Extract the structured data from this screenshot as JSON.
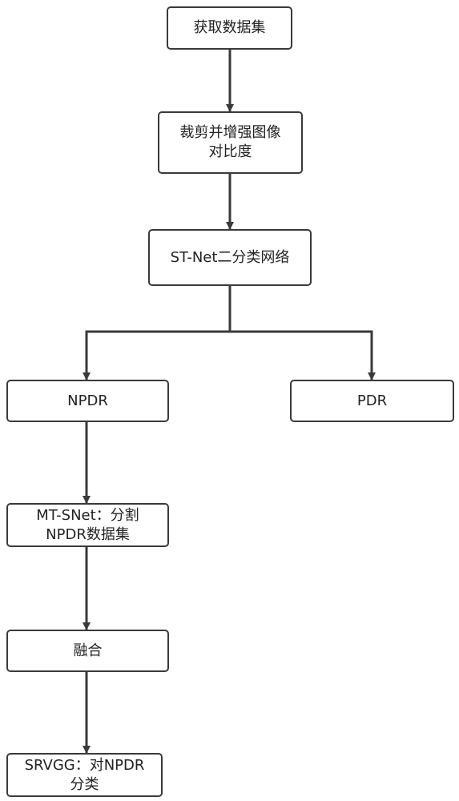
{
  "diagram": {
    "colors": {
      "stroke": "#3a3a3a",
      "text": "#222222",
      "background": "#ffffff"
    },
    "nodes": {
      "get_dataset": {
        "lines": [
          "获取数据集"
        ]
      },
      "crop_enhance": {
        "lines": [
          "裁剪并增强图像",
          "对比度"
        ]
      },
      "st_net": {
        "lines": [
          "ST-Net二分类网络"
        ]
      },
      "npdr": {
        "lines": [
          "NPDR"
        ]
      },
      "pdr": {
        "lines": [
          "PDR"
        ]
      },
      "mt_snet": {
        "lines": [
          "MT-SNet：分割",
          "NPDR数据集"
        ]
      },
      "fusion": {
        "lines": [
          "融合"
        ]
      },
      "srvgg": {
        "lines": [
          "SRVGG：对NPDR",
          "分类"
        ]
      }
    },
    "edges": [
      {
        "from": "get_dataset",
        "to": "crop_enhance"
      },
      {
        "from": "crop_enhance",
        "to": "st_net"
      },
      {
        "from": "st_net",
        "to": "npdr"
      },
      {
        "from": "st_net",
        "to": "pdr"
      },
      {
        "from": "npdr",
        "to": "mt_snet"
      },
      {
        "from": "mt_snet",
        "to": "fusion"
      },
      {
        "from": "fusion",
        "to": "srvgg"
      }
    ]
  }
}
